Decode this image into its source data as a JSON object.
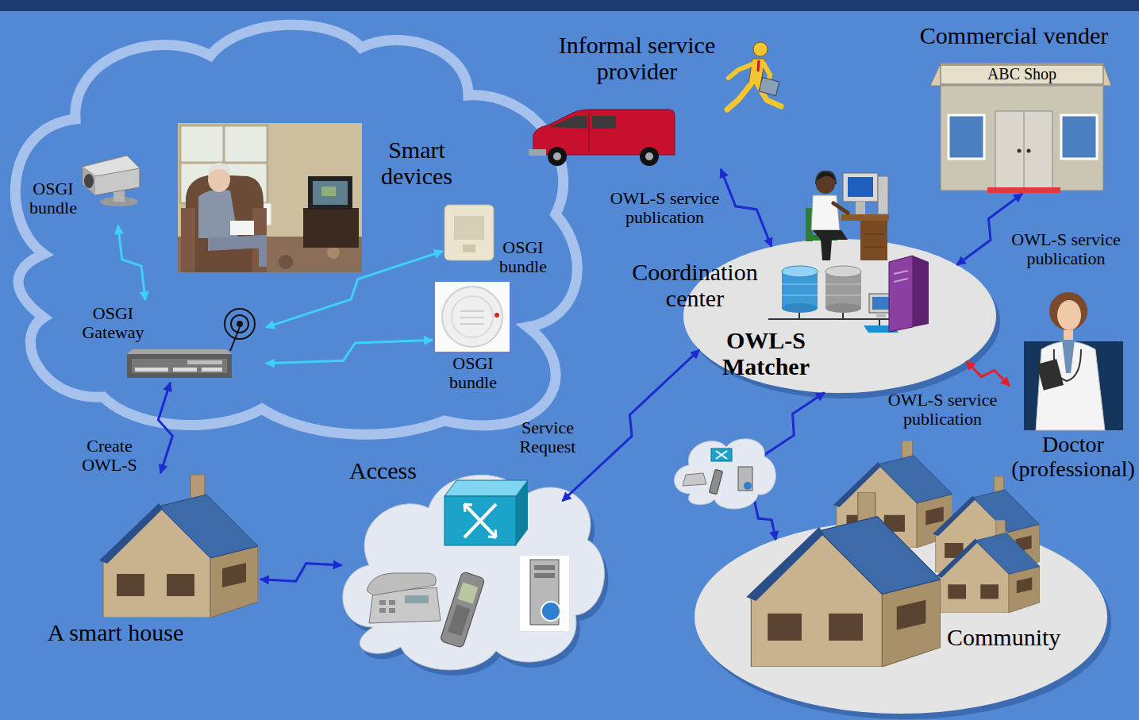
{
  "diagram": {
    "nodes": [
      {
        "text": [
          "Smart devices"
        ]
      },
      {
        "text": [
          "OSGI bundle"
        ],
        "in": 0
      },
      {
        "text": [
          "OSGI bundle"
        ],
        "in": 0
      },
      {
        "text": [
          "OSGI bundle"
        ],
        "in": 0
      },
      {
        "text": [
          "OSGI Gateway"
        ],
        "in": 0
      },
      {
        "text": [
          "Informal service provider"
        ]
      },
      {
        "text": [
          "Commercial vender",
          "ABC Shop"
        ]
      },
      {
        "text": [
          "Coordination center",
          "OWL-S Matcher"
        ]
      },
      {
        "text": [
          "Doctor (professional)"
        ]
      },
      {
        "text": [
          "A smart house"
        ]
      },
      {
        "text": [
          "Access"
        ]
      },
      {
        "text": [
          "Community"
        ]
      }
    ],
    "edges": [
      {
        "from": 4,
        "to": 1,
        "arrow": "both"
      },
      {
        "from": 4,
        "to": 2,
        "arrow": "both"
      },
      {
        "from": 4,
        "to": 3,
        "arrow": "both"
      },
      {
        "from": 4,
        "to": 9,
        "label": "Create OWL-S",
        "arrow": "both"
      },
      {
        "from": 9,
        "to": 10,
        "arrow": "both"
      },
      {
        "from": 10,
        "to": 7,
        "label": "Service Request",
        "arrow": "both"
      },
      {
        "from": 5,
        "to": 7,
        "label": "OWL-S service publication",
        "arrow": "both"
      },
      {
        "from": 6,
        "to": 7,
        "label": "OWL-S service publication",
        "arrow": "both"
      },
      {
        "from": 8,
        "to": 7,
        "label": "OWL-S service publication",
        "arrow": "both"
      },
      {
        "from": 7,
        "to": 11,
        "arrow": "both"
      }
    ]
  }
}
